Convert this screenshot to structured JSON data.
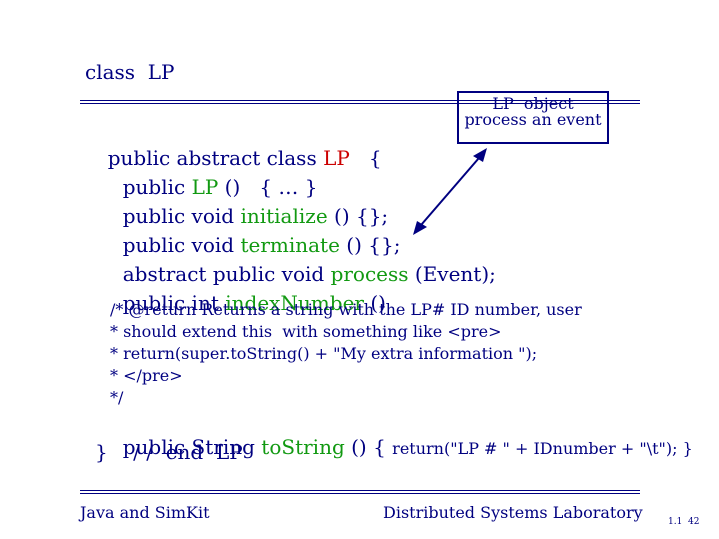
{
  "slide": {
    "title": "class  LP",
    "callout": {
      "line1": "LP  object",
      "line2": "process an event"
    },
    "code": {
      "l1": {
        "pre": "public abstract class ",
        "name": "LP",
        "post": "   {"
      },
      "l2": {
        "pre": "public ",
        "name": "LP",
        "post": " ()   { … }"
      },
      "l3": {
        "pre": "public void ",
        "name": "initialize",
        "post": " () {};"
      },
      "l4": {
        "pre": "public void ",
        "name": "terminate",
        "post": " () {};"
      },
      "l5": {
        "pre": "abstract public void ",
        "name": "process",
        "post": " (Event);"
      },
      "l6": {
        "pre": "public int ",
        "name": "indexNumber",
        "post": " ()"
      },
      "comment": [
        "/* @return Returns a string with the LP# ID number, user",
        "* should extend this  with something like <pre>",
        "* return(super.toString() + \"My extra information \");",
        "* </pre>",
        "*/"
      ],
      "l7": {
        "pre": "public String ",
        "name": "toString",
        "post": " () { ",
        "tail": "return(\"LP # \" + IDnumber + \"\\t\"); }"
      },
      "end": "}    / /  end  LP"
    },
    "footer": {
      "left": "Java and SimKit",
      "right": "Distributed Systems Laboratory",
      "page": "1.1  42"
    }
  }
}
